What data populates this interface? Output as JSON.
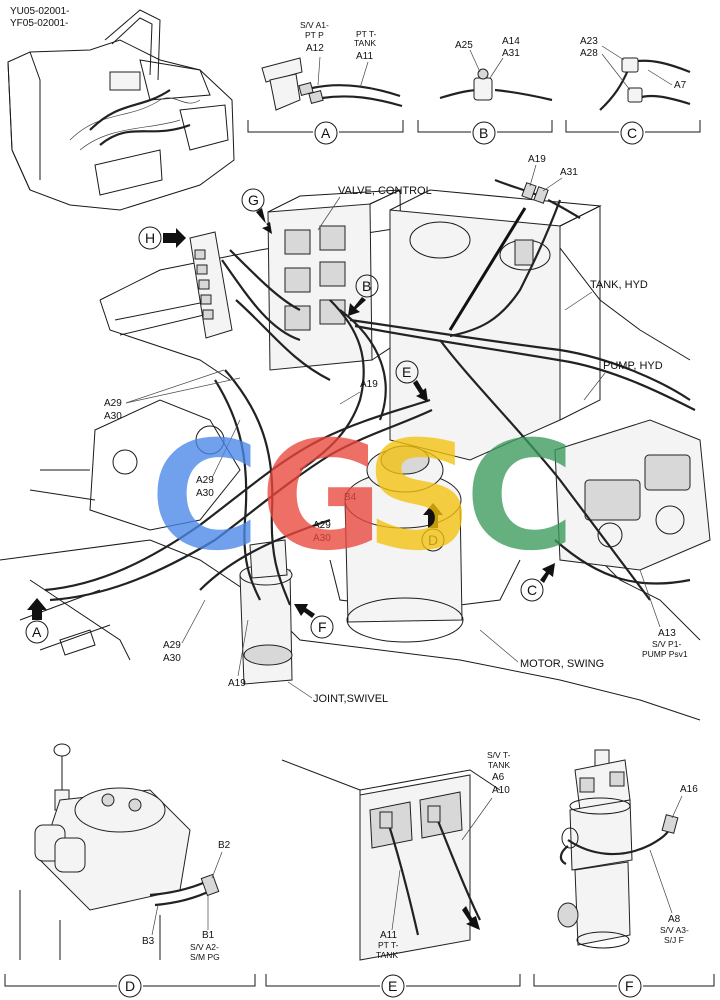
{
  "header": {
    "serial_line1": "YU05-02001-",
    "serial_line2": "YF05-02001-"
  },
  "detail_A": {
    "circle": "A",
    "label_sv": "S/V A1-",
    "label_ptp": "PT P",
    "label_a12": "A12",
    "label_ptt": "PT T-",
    "label_tank": "TANK",
    "label_a11": "A11"
  },
  "detail_B": {
    "circle": "B",
    "label_a25": "A25",
    "label_a14": "A14",
    "label_a31": "A31"
  },
  "detail_C": {
    "circle": "C",
    "label_a23": "A23",
    "label_a28": "A28",
    "label_a7": "A7"
  },
  "main": {
    "valve_control": "VALVE, CONTROL",
    "tank_hyd": "TANK, HYD",
    "pump_hyd": "PUMP, HYD",
    "motor_swing": "MOTOR, SWING",
    "joint_swivel": "JOINT,SWIVEL",
    "a19_top": "A19",
    "a31_top": "A31",
    "a19_mid": "A19",
    "a19_bottom": "A19",
    "a29_left": "A29",
    "a30_left": "A30",
    "a29_center": "A29",
    "a30_center": "A30",
    "a29_red": "A29",
    "a30_red": "A30",
    "a29_low": "A29",
    "a30_low": "A30",
    "b4": "B4",
    "a13": "A13",
    "sv_p1": "S/V P1-",
    "pump_psv1": "PUMP Psv1",
    "callouts": {
      "g": "G",
      "h": "H",
      "b": "B",
      "e": "E",
      "d": "D",
      "c": "C",
      "a": "A",
      "f": "F"
    }
  },
  "watermark": {
    "letters": [
      "C",
      "G",
      "S",
      "C"
    ],
    "colors": [
      "#4a86e8",
      "#e8473c",
      "#f4c20d",
      "#3a9a5b"
    ]
  },
  "detail_D": {
    "circle": "D",
    "b2": "B2",
    "b3": "B3",
    "b1": "B1",
    "sv_a2": "S/V A2-",
    "sm_pg": "S/M PG"
  },
  "detail_E": {
    "circle": "E",
    "sv_t": "S/V T-",
    "tank": "TANK",
    "a6": "A6",
    "a10": "A10",
    "a11": "A11",
    "pt_t": "PT T-",
    "tank2": "TANK"
  },
  "detail_F": {
    "circle": "F",
    "a16": "A16",
    "a8": "A8",
    "sv_a3": "S/V A3-",
    "sj_f": "S/J F"
  }
}
